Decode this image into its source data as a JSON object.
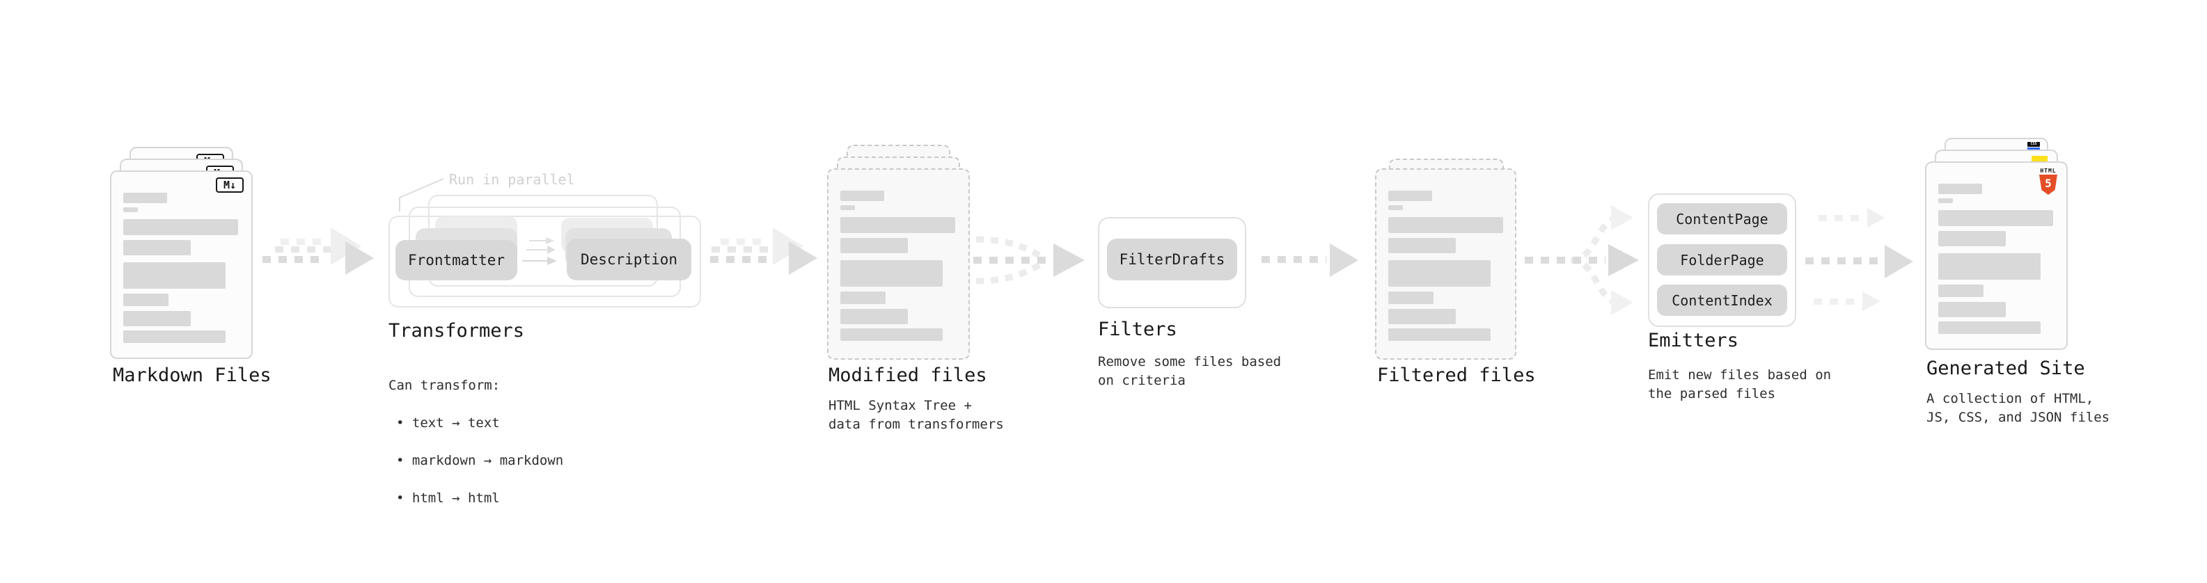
{
  "stages": {
    "markdown_files": {
      "label": "Markdown Files",
      "badge": "M↓"
    },
    "transformers": {
      "annotation": "Run in parallel",
      "input_pill": "Frontmatter",
      "output_pill": "Description",
      "label": "Transformers",
      "note_title": "Can transform:",
      "bullets": [
        "• text → text",
        "• markdown → markdown",
        "• html → html"
      ]
    },
    "modified_files": {
      "label": "Modified files",
      "note": "HTML Syntax Tree +\ndata from transformers"
    },
    "filters": {
      "pill": "FilterDrafts",
      "label": "Filters",
      "note": "Remove some files based\non criteria"
    },
    "filtered_files": {
      "label": "Filtered files"
    },
    "emitters": {
      "pills": [
        "ContentPage",
        "FolderPage",
        "ContentIndex"
      ],
      "label": "Emitters",
      "note": "Emit new files based on\nthe parsed files"
    },
    "generated_site": {
      "label": "Generated Site",
      "note": "A collection of HTML,\nJS, CSS, and JSON files",
      "badges": {
        "html_label": "HTML",
        "html_number": "5",
        "css": "CSS"
      }
    }
  },
  "colors": {
    "html5_orange": "#e44d26",
    "js_yellow": "#ffe01a",
    "css_blue": "#2965f1"
  }
}
